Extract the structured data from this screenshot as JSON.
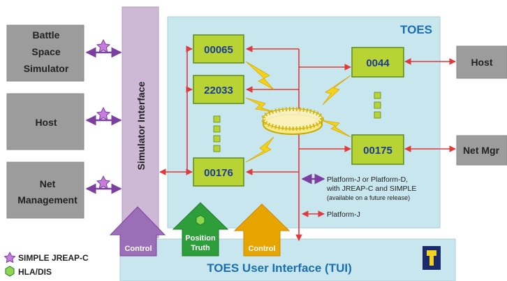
{
  "toes_title": "TOES",
  "external_left": [
    {
      "line1": "Battle",
      "line2": "Space",
      "line3": "Simulator"
    },
    {
      "line1": "Host"
    },
    {
      "line1": "Net",
      "line2": "Management"
    }
  ],
  "simulator_interface": "Simulator Interface",
  "nodes": [
    "00065",
    "22033",
    "00176",
    "0044",
    "00175"
  ],
  "external_right": [
    "Host",
    "Net Mgr"
  ],
  "legend_note": {
    "line1": "Platform-J or Platform-D,",
    "line2": "with JREAP-C and SIMPLE",
    "line3": "(available on a future release)",
    "line4": "Platform-J"
  },
  "arrows_up": [
    {
      "line1": "Control"
    },
    {
      "line1": "Position",
      "line2": "Truth"
    },
    {
      "line1": "Control"
    }
  ],
  "tui_title": "TOES User Interface (TUI)",
  "key": {
    "star_label": "SIMPLE JREAP-C",
    "hex_label": "HLA/DIS"
  },
  "colors": {
    "toes_bg": "#c8e6ee",
    "node_green": "#b7d334",
    "sim_purple": "#cdb8d6",
    "box_gray": "#9c9c9c",
    "red_link": "#e03a3a",
    "purple_link": "#7b3fa0",
    "control_purple": "#9a6fb8",
    "position_green": "#2d9e3a",
    "control_gold": "#e8a400"
  }
}
